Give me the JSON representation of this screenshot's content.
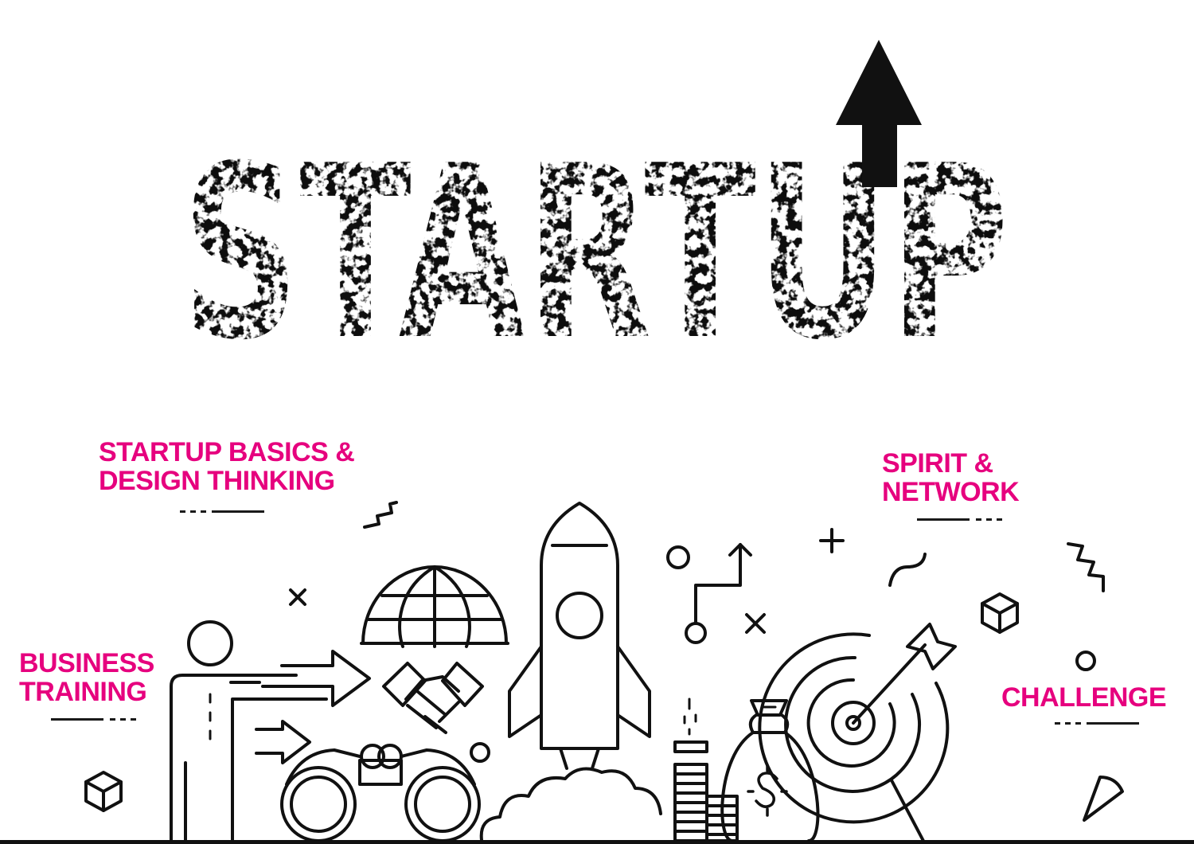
{
  "title": "STARTUP",
  "colors": {
    "accent": "#e6007e",
    "ink": "#111111"
  },
  "labels": {
    "basics": [
      "STARTUP BASICS &",
      "DESIGN THINKING"
    ],
    "spirit": [
      "SPIRIT &",
      "NETWORK"
    ],
    "business": [
      "BUSINESS",
      "TRAINING"
    ],
    "challenge": "CHALLENGE"
  },
  "icons": [
    "person-icon",
    "arrow-right-icon",
    "globe-icon",
    "handshake-icon",
    "rocket-icon",
    "binoculars-icon",
    "coin-stack-icon",
    "money-bag-icon",
    "dollar-sign-icon",
    "target-icon",
    "dart-arrow-icon",
    "cube-icon",
    "cone-icon",
    "plus-icon",
    "cross-icon",
    "zigzag-icon",
    "circle-icon",
    "wave-icon",
    "path-arrow-icon",
    "cloud-icon",
    "up-arrow-icon"
  ]
}
